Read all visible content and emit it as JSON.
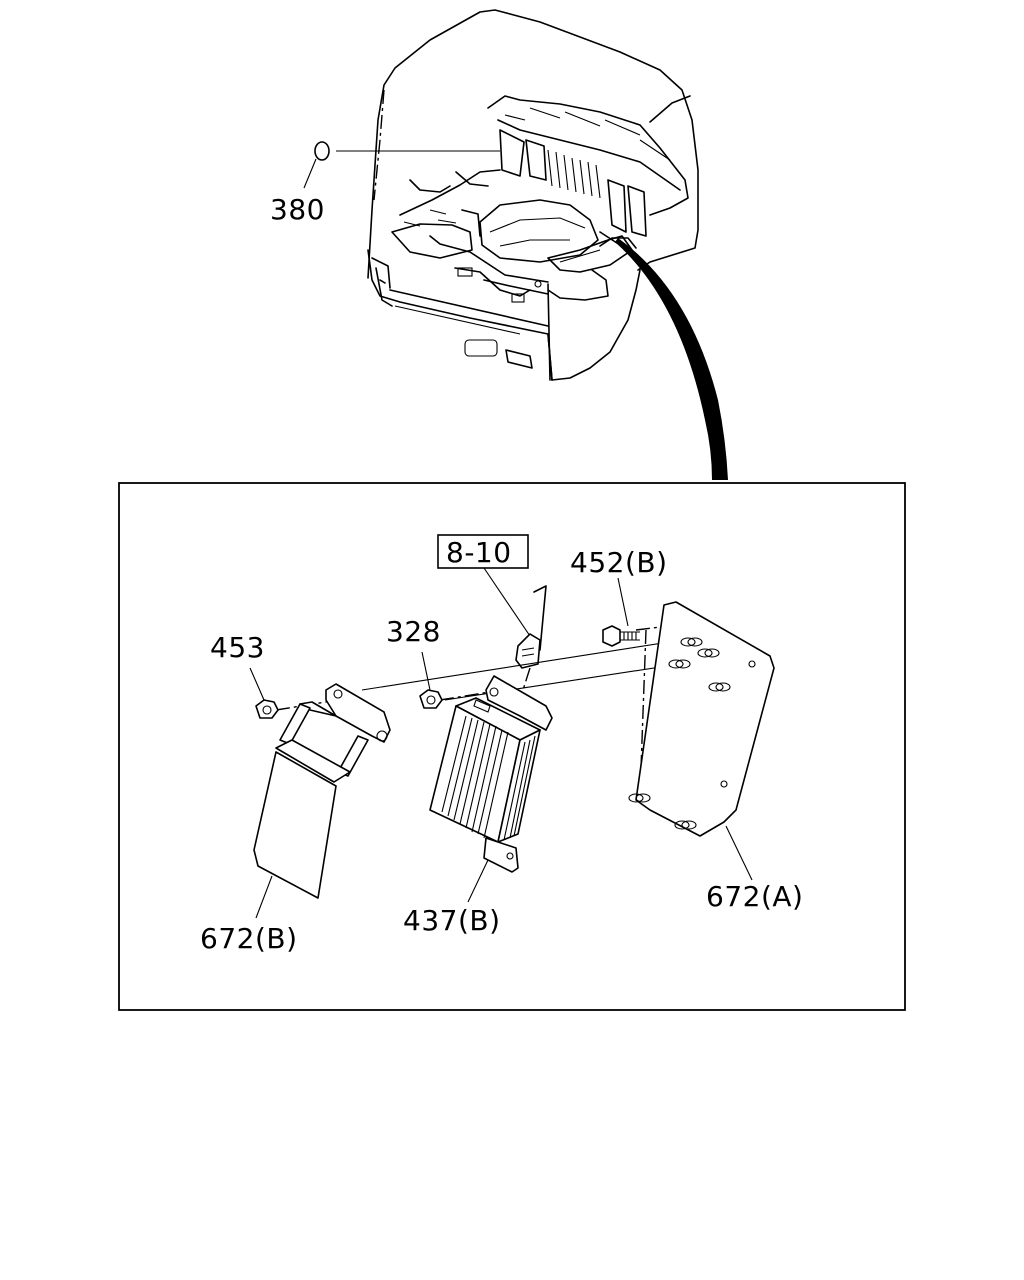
{
  "diagram": {
    "callouts": {
      "c380": "380",
      "c453": "453",
      "c328": "328",
      "c452b": "452(B)",
      "c437b": "437(B)",
      "c672a": "672(A)",
      "c672b": "672(B)",
      "ref": "8-10"
    }
  }
}
